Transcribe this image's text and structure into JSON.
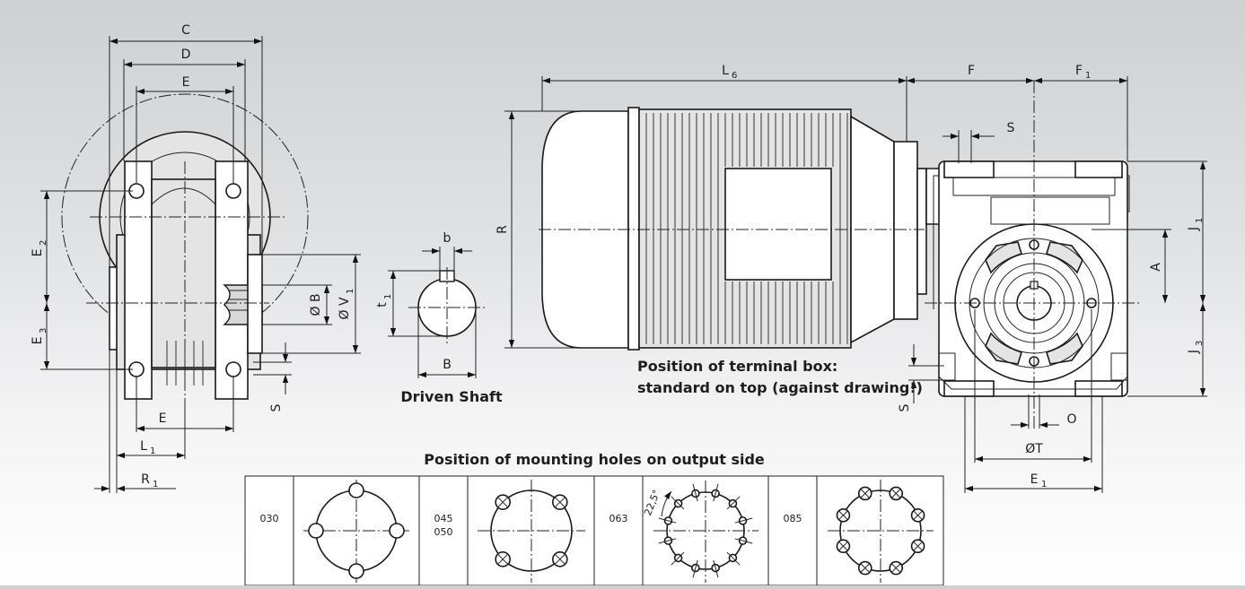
{
  "labels": {
    "c": "C",
    "d": "D",
    "e_top": "E",
    "e_bottom": "E",
    "e2": "E",
    "e2_sub": "2",
    "e3": "E",
    "e3_sub": "3",
    "dia_b": "Ø B",
    "dia_v1": "Ø V",
    "dia_v1_sub": "1",
    "s_left": "S",
    "l1": "L",
    "l1_sub": "1",
    "r1": "R",
    "r1_sub": "1",
    "b_small": "b",
    "t1": "t",
    "t1_sub": "1",
    "b_big": "B",
    "l6": "L",
    "l6_sub": "6",
    "r": "R",
    "f": "F",
    "f1": "F",
    "f1_sub": "1",
    "s_top": "S",
    "j1": "J",
    "j1_sub": "1",
    "a": "A",
    "j3": "J",
    "j3_sub": "3",
    "s_right": "S",
    "o": "O",
    "dia_t": "ØT",
    "e1": "E",
    "e1_sub": "1"
  },
  "captions": {
    "driven_shaft": "Driven Shaft",
    "terminal_box_line1": "Position of terminal box:",
    "terminal_box_line2": "standard on top (against drawing!)",
    "mounting_title": "Position of mounting holes on output side"
  },
  "mounting_table": {
    "cells": [
      {
        "code_line1": "030",
        "code_line2": ""
      },
      {
        "code_line1": "045",
        "code_line2": "050"
      },
      {
        "code_line1": "063",
        "code_line2": "",
        "angle": "22,5°"
      },
      {
        "code_line1": "085",
        "code_line2": ""
      }
    ]
  }
}
